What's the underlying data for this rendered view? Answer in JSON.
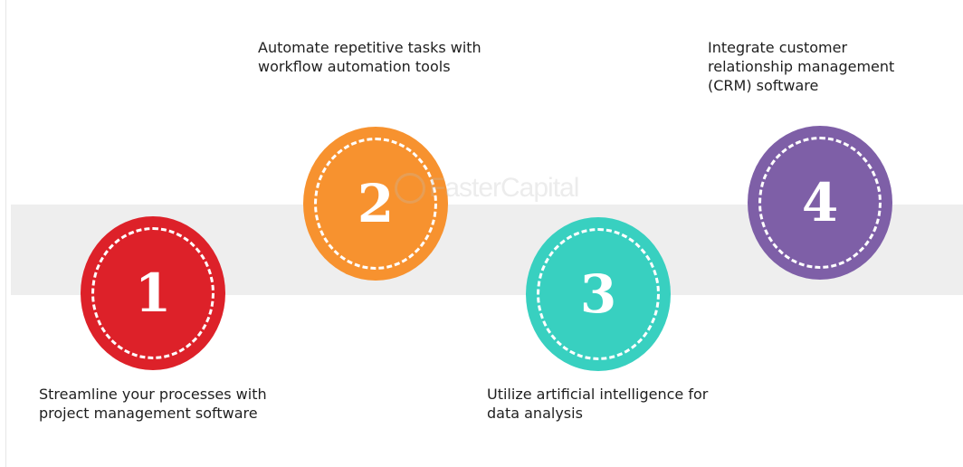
{
  "colors": {
    "step1": "#dd2129",
    "step2": "#f7922f",
    "step3": "#38d0c0",
    "step4": "#7e5fa7",
    "band": "#eeeeee",
    "text": "#1f1f1f"
  },
  "steps": [
    {
      "number": "1",
      "lines": [
        "Streamline your processes with",
        "project management software"
      ]
    },
    {
      "number": "2",
      "lines": [
        "Automate repetitive tasks with",
        "workflow automation tools"
      ]
    },
    {
      "number": "3",
      "lines": [
        "Utilize artificial intelligence for",
        "data analysis"
      ]
    },
    {
      "number": "4",
      "lines": [
        "Integrate customer",
        "relationship management",
        "(CRM) software"
      ]
    }
  ],
  "watermark": {
    "text": "FasterCapital"
  }
}
